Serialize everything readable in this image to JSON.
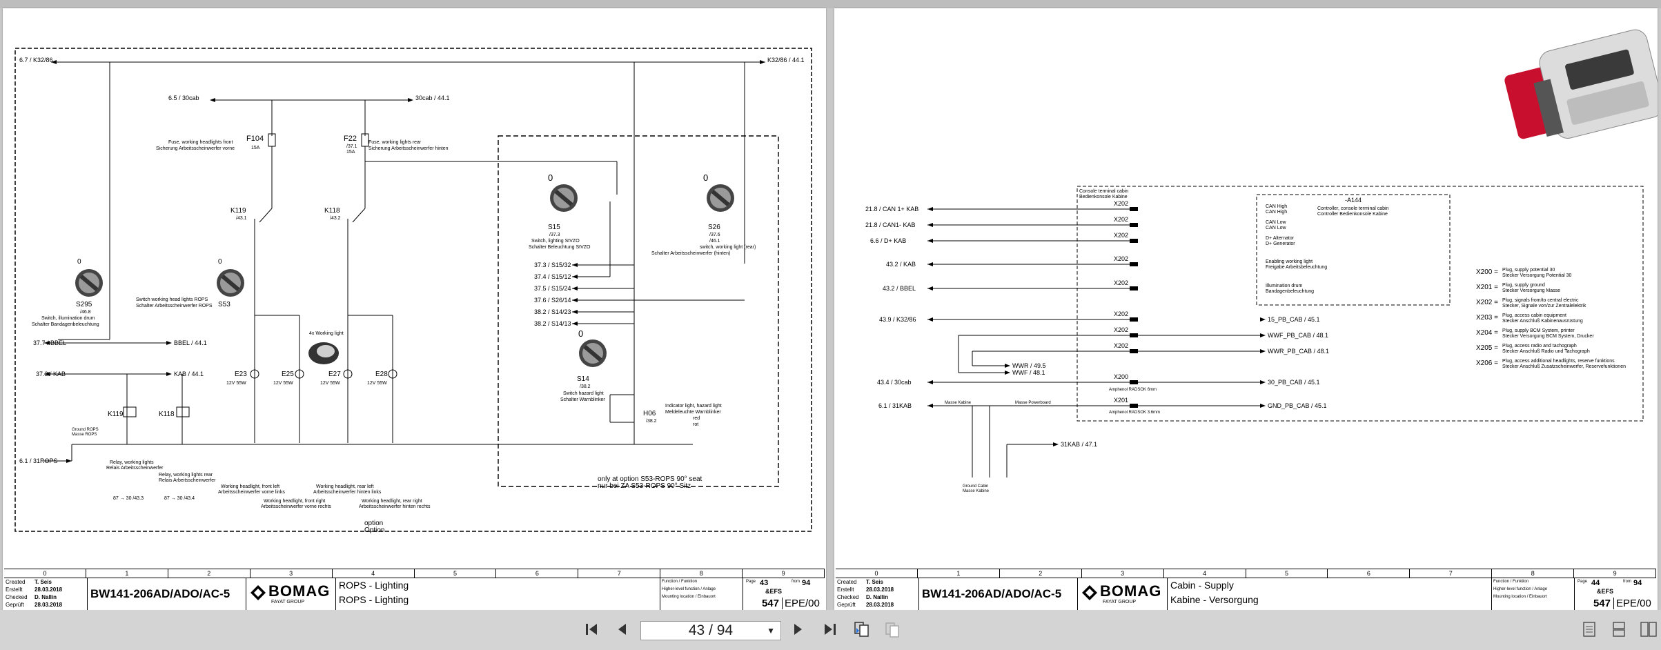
{
  "viewer": {
    "page_indicator": "43 / 94",
    "buttons": {
      "first": "first-page",
      "prev": "previous-page",
      "next": "next-page",
      "last": "last-page",
      "two_up": "two-page-view",
      "single": "single-page-view",
      "view_single": "view-single",
      "view_double": "view-double",
      "view_thumbs": "view-thumbnails"
    }
  },
  "common": {
    "created_label": "Created",
    "created_label_de": "Erstellt",
    "created_name": "T. Seis",
    "created_date": "28.03.2018",
    "checked_label": "Checked",
    "checked_label_de": "Geprüft",
    "checked_name": "D. Nallin",
    "checked_date": "28.03.2018",
    "project": "BW141-206AD/ADO/AC-5",
    "brand": "BOMAG",
    "brand_sub": "FAYAT GROUP",
    "columns": [
      "0",
      "1",
      "2",
      "3",
      "4",
      "5",
      "6",
      "7",
      "8",
      "9"
    ],
    "func1": "Function",
    "func1de": "Funktion",
    "func2": "Higher-level function",
    "func2de": "Anlage",
    "func3": "Mounting location",
    "func3de": "Einbauort",
    "page_label": "Page",
    "from_label": "from",
    "total": "94",
    "efs": "&EFS",
    "doc_no": "547",
    "doc_type": "EPE/00"
  },
  "left_page": {
    "page_no": "43",
    "title_en": "ROPS - Lighting",
    "title_de": "ROPS - Lighting",
    "labels": {
      "k3286_l": "6.7 / K32/86",
      "k3286_r": "K32/86 / 44.1",
      "cab30_l": "6.5 / 30cab",
      "cab30_r": "30cab / 44.1",
      "f104": "F104",
      "f104_a": "15A",
      "f104_desc1": "Fuse, working headlights front",
      "f104_desc2": "Sicherung Arbeitsscheinwerfer vorne",
      "f22": "F22",
      "f22_a": "15A",
      "f22_ref": "/37.1",
      "f22_desc1": "Fuse, working lights rear",
      "f22_desc2": "Sicherung Arbeitsscheinwerfer hinten",
      "k119": "K119",
      "k119_ref": "/43.1",
      "k118": "K118",
      "k118_ref": "/43.2",
      "s295": "S295",
      "s295_ref": "/46.8",
      "s295_d1": "Switch, illumination drum",
      "s295_d2": "Schalter Bandagenbeleuchtung",
      "s53": "S53",
      "s53_d1": "Switch working head lights ROPS",
      "s53_d2": "Schalter Arbeitsscheinwerfer ROPS",
      "s15": "S15",
      "s15_ref": "/37.3",
      "s15_d1": "Switch, lighting StVZO",
      "s15_d2": "Schalter Beleuchtung StVZO",
      "s26": "S26",
      "s26_ref": "/37.6",
      "s26_ref2": "/46.1",
      "s26_d1": "switch, working light (rear)",
      "s26_d2": "Schalter Arbeitsscheinwerfer (hinten)",
      "s14": "S14",
      "s14_ref": "/38.2",
      "s14_d1": "Switch hazard light",
      "s14_d2": "Schalter Warnblinker",
      "h06": "H06",
      "h06_ref": "/38.2",
      "h06_d1": "Indicator light, hazard light",
      "h06_d2": "Meldeleuchte Warnblinker",
      "h06_d3": "red",
      "h06_d4": "rot",
      "s15_32": "37.3 / S15/32",
      "s15_12": "37.4 / S15/12",
      "s15_24": "37.5 / S15/24",
      "s26_14": "37.6 / S26/14",
      "s14_23": "38.2 / S14/23",
      "s14_13": "38.2 / S14/13",
      "bbel_l": "37.7 / BBEL",
      "bbel_r": "BBEL / 44.1",
      "kab_l": "37.3 / KAB",
      "kab_r": "KAB / 44.1",
      "rops31": "6.1 / 31ROPS",
      "ground_rops1": "Ground ROPS",
      "ground_rops2": "Masse ROPS",
      "relay_d1": "Relay, working lights",
      "relay_d2": "Relais Arbeitsscheinwerfer",
      "relay2_d1": "Relay, working lights rear",
      "relay2_d2": "Relais Arbeitsscheinwerfer",
      "e23": "E23",
      "e25": "E25",
      "e27": "E27",
      "e28": "E28",
      "watt": "12V 55W",
      "wl4x": "4x Working light",
      "wh1a": "Working headlight, front left",
      "wh1b": "Arbeitsscheinwerfer vorne links",
      "wh2a": "Working headlight, front right",
      "wh2b": "Arbeitsscheinwerfer vorne rechts",
      "wh3a": "Working headlight, rear left",
      "wh3b": "Arbeitsscheinwerfer hinten links",
      "wh4a": "Working headlight, rear right",
      "wh4b": "Arbeitsscheinwerfer hinten rechts",
      "opt1": "only at option S53-ROPS 90° seat",
      "opt2": "nur bei ZA S53-ROPS 90° Sitz",
      "opt3": "option",
      "opt4": "Option",
      "ref1": "87 → 30 /43.3",
      "ref2": "87 → 30 /43.4",
      "zero": "0"
    }
  },
  "right_page": {
    "page_no": "44",
    "title_en": "Cabin - Supply",
    "title_de": "Kabine - Versorgung",
    "labels": {
      "console1": "Console terminal cabin",
      "console2": "Bedienkonsole Kabine",
      "a144": "-A144",
      "a144_d1": "Controller, console terminal cabin",
      "a144_d2": "Controller Bedienkonsole Kabine",
      "can1p": "21.8 / CAN 1+ KAB",
      "can1m": "21.8 / CAN1- KAB",
      "dplus": "6.6 / D+ KAB",
      "kab": "43.2 / KAB",
      "bbel": "43.2 / BBEL",
      "k3286": "43.9 / K32/86",
      "x202": "X202",
      "x200": "X200",
      "x201": "X201",
      "canh": "CAN High",
      "canh2": "CAN High",
      "canl": "CAN Low",
      "canl2": "CAN Low",
      "dalt": "D+ Alternator",
      "dgen": "D+ Generator",
      "ewl1": "Enabling working light",
      "ewl2": "Freigabe Arbeitsbeleuchtung",
      "illd1": "Illumination drum",
      "illd2": "Bandagenbeleuchtung",
      "pb15": "15_PB_CAB / 45.1",
      "wwf": "WWF_PB_CAB / 48.1",
      "wwr": "WWR_PB_CAB / 48.1",
      "wwr2": "WWR / 49.5",
      "wwf2": "WWF / 48.1",
      "cab30": "43.4 / 30cab",
      "pb30": "30_PB_CAB / 45.1",
      "kab31": "6.1 / 31KAB",
      "gnd": "GND_PB_CAB / 45.1",
      "kab31b": "31KAB / 47.1",
      "masse_kab": "Masse Kabine",
      "masse_pow": "Masse Powerboard",
      "ground_cab1": "Ground Cabin",
      "ground_cab2": "Masse Kabine",
      "ampe1": "Amphenol RADSOK 6mm",
      "ampe2": "Amphenol RADSOK 3.6mm"
    },
    "legend": [
      {
        "code": "X200 =",
        "en": "Plug, supply potential 30",
        "de": "Stecker Versorgung Potential 30"
      },
      {
        "code": "X201 =",
        "en": "Plug, supply ground",
        "de": "Stecker Versorgung Masse"
      },
      {
        "code": "X202 =",
        "en": "Plug, signals from/to central electric",
        "de": "Stecker, Signale von/zur Zentralelektrik"
      },
      {
        "code": "X203 =",
        "en": "Plug, access cabin equipment",
        "de": "Stecker Anschluß Kabinenausrüstung"
      },
      {
        "code": "X204 =",
        "en": "Plug, supply BCM System, printer",
        "de": "Stecker Versorgung BCM System, Drucker"
      },
      {
        "code": "X205 =",
        "en": "Plug, access radio and tachograph",
        "de": "Stecker Anschluß Radio und Tachograph"
      },
      {
        "code": "X206 =",
        "en": "Plug, access additional headlights, reserve funktions",
        "de": "Stecker Anschluß Zusatzscheinwerfer, Reservefunktionen"
      }
    ]
  }
}
